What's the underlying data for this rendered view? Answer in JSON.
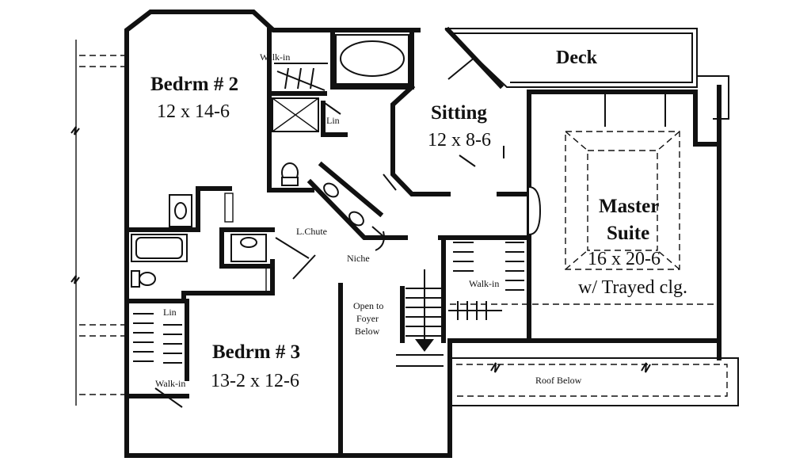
{
  "rooms": {
    "bedrm2": {
      "name": "Bedrm # 2",
      "dims": "12 x 14-6"
    },
    "bedrm3": {
      "name": "Bedrm # 3",
      "dims": "13-2 x 12-6"
    },
    "sitting": {
      "name": "Sitting",
      "dims": "12 x 8-6"
    },
    "master": {
      "name_line1": "Master",
      "name_line2": "Suite",
      "dims": "16 x 20-6",
      "note": "w/ Trayed clg."
    },
    "deck": {
      "name": "Deck"
    }
  },
  "labels": {
    "walkin_top": "Walk-in",
    "walkin_center": "Walk-in",
    "walkin_bottom": "Walk-in",
    "lin_top": "Lin",
    "lin_left": "Lin",
    "lchute": "L.Chute",
    "niche": "Niche",
    "open_line1": "Open to",
    "open_line2": "Foyer",
    "open_line3": "Below",
    "roof_below": "Roof Below"
  },
  "colors": {
    "line": "#111111",
    "background": "#ffffff"
  }
}
